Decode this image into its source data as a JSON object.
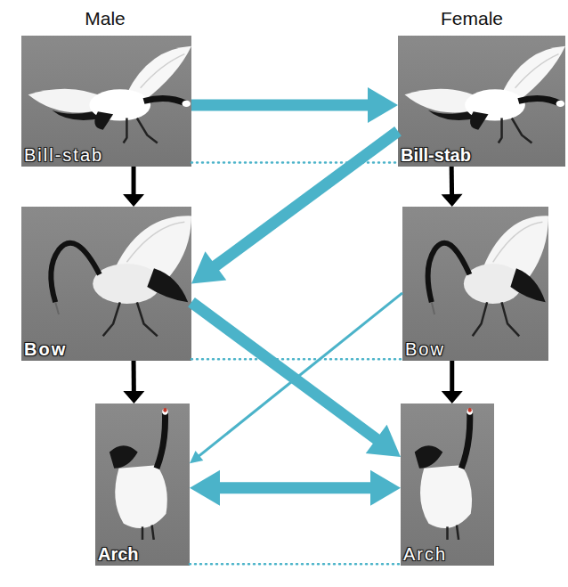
{
  "diagram": {
    "nodes": [
      {
        "text": [
          "Bill-stab"
        ]
      },
      {
        "text": [
          "Bill-stab"
        ]
      },
      {
        "text": [
          "Bow"
        ]
      },
      {
        "text": [
          "Bow"
        ]
      },
      {
        "text": [
          "Arch"
        ]
      },
      {
        "text": [
          "Arch"
        ]
      }
    ],
    "edges": [
      {
        "from": 0,
        "to": 1,
        "arrow": "to"
      },
      {
        "from": 1,
        "to": 2,
        "arrow": "to"
      },
      {
        "from": 2,
        "to": 5,
        "arrow": "to"
      },
      {
        "from": 3,
        "to": 4,
        "arrow": "to"
      },
      {
        "from": 4,
        "to": 5,
        "arrow": "both"
      },
      {
        "from": 0,
        "to": 2,
        "arrow": "to"
      },
      {
        "from": 2,
        "to": 4,
        "arrow": "to"
      },
      {
        "from": 1,
        "to": 3,
        "arrow": "to"
      },
      {
        "from": 3,
        "to": 5,
        "arrow": "to"
      },
      {
        "from": 0,
        "to": 1,
        "arrow": "none"
      },
      {
        "from": 2,
        "to": 3,
        "arrow": "none"
      },
      {
        "from": 4,
        "to": 5,
        "arrow": "none"
      }
    ],
    "labels": [
      "Male",
      "Female"
    ]
  }
}
